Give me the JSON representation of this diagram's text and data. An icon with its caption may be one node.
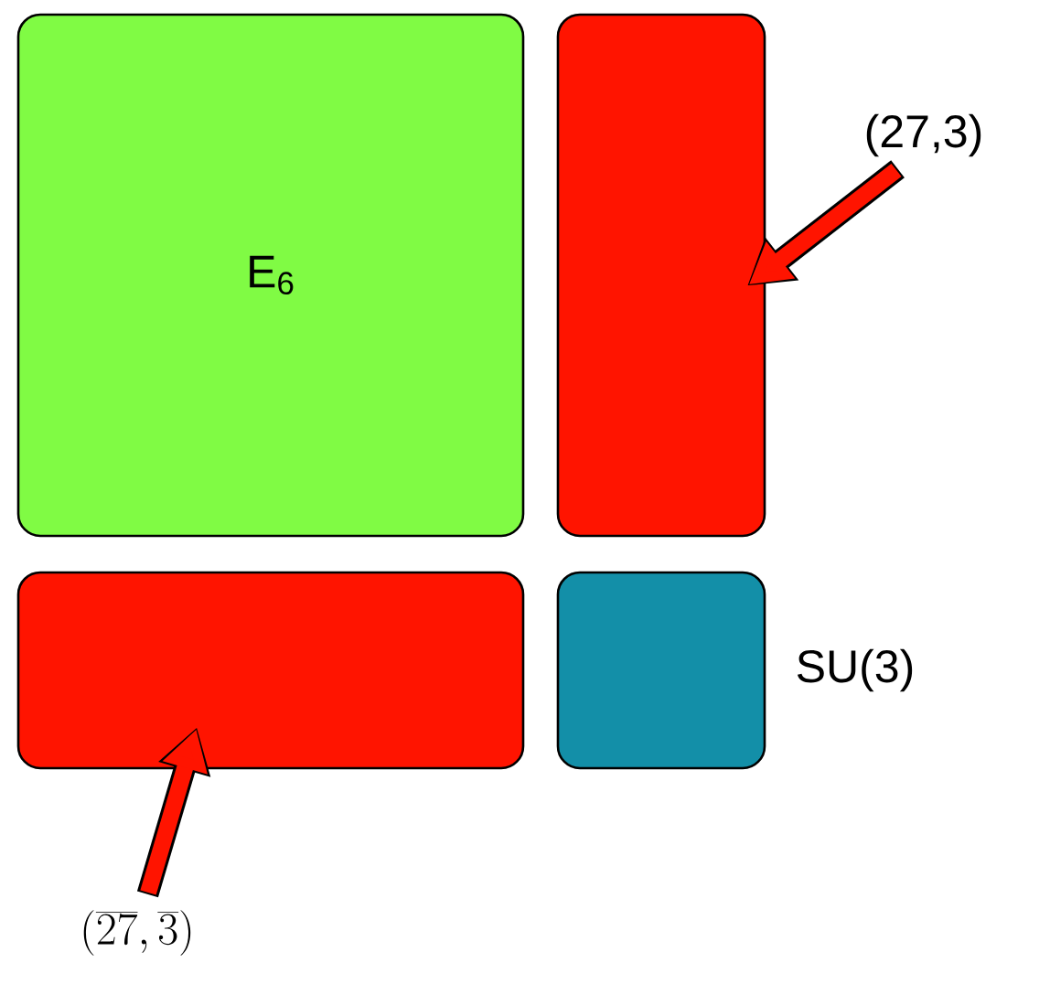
{
  "diagram": {
    "nodes": [
      {
        "text": [
          "E$_{6}$"
        ]
      },
      {
        "text": [],
        "shape": "box"
      },
      {
        "text": [],
        "shape": "box"
      },
      {
        "text": [],
        "shape": "box",
        "beside": [
          "SU(3)"
        ]
      },
      {
        "text": [
          "(27,3)"
        ]
      },
      {
        "text": [
          "(\\overline{27},\\overline{3})"
        ]
      }
    ],
    "edges": [
      {
        "from": 4,
        "to": 1,
        "arrow": "to"
      },
      {
        "from": 5,
        "to": 2,
        "arrow": "to"
      }
    ]
  }
}
